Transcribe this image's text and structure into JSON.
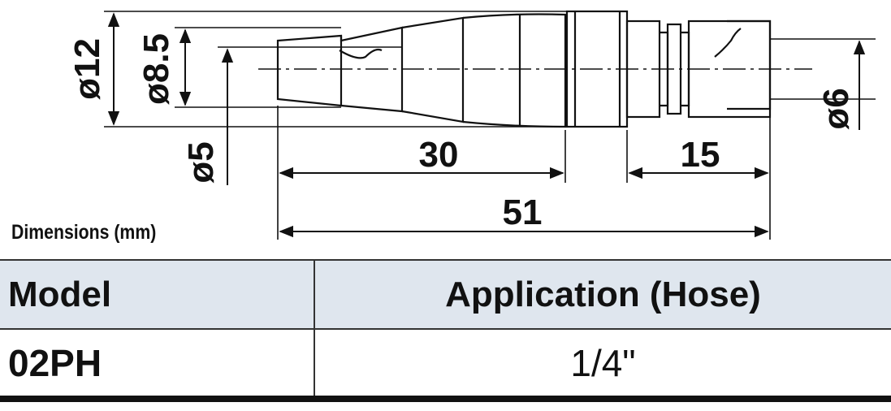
{
  "diagram": {
    "dim_outer_diameter": "ø12",
    "dim_barb_diameter": "ø8.5",
    "dim_bore_diameter": "ø5",
    "dim_plug_diameter": "ø6",
    "dim_barb_length": "30",
    "dim_plug_length": "15",
    "dim_total_length": "51",
    "caption": "Dimensions (mm)"
  },
  "table": {
    "headers": [
      "Model",
      "Application (Hose)"
    ],
    "rows": [
      [
        "02PH",
        "1/4\""
      ]
    ]
  }
}
